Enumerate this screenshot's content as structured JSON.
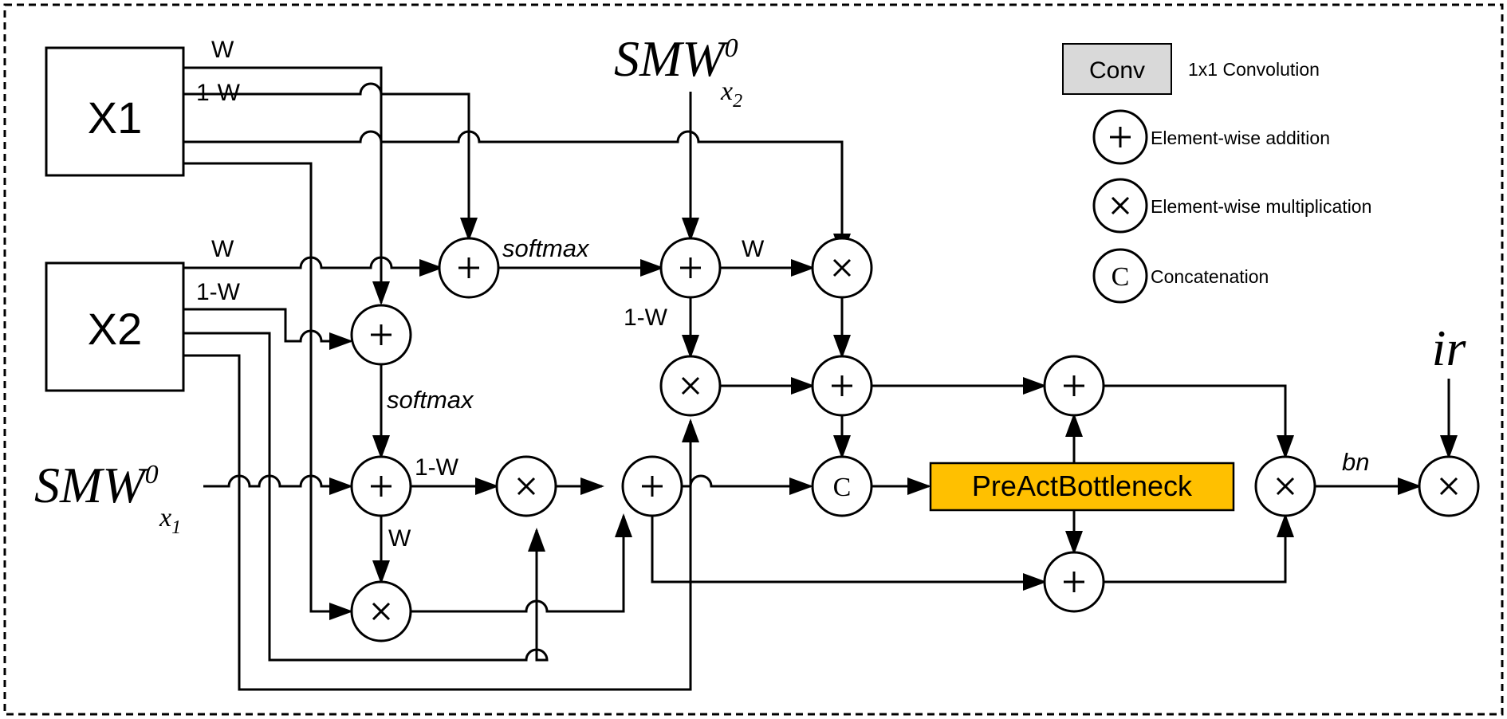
{
  "inputs": {
    "x1": "X1",
    "x2": "X2"
  },
  "smw_top": {
    "main": "SMW",
    "sup": "0",
    "sub": "x",
    "sub_idx": "2"
  },
  "smw_left": {
    "main": "SMW",
    "sup": "0",
    "sub": "x",
    "sub_idx": "1"
  },
  "ir": "ir",
  "edge_labels": {
    "w": "W",
    "one_minus_w": "1-W",
    "softmax": "softmax",
    "bn": "bn"
  },
  "ops": {
    "add": "+",
    "mul": "×",
    "concat": "C"
  },
  "block": {
    "label": "PreActBottleneck",
    "color": "#FFC000"
  },
  "legend": {
    "conv_box": "Conv",
    "conv": "1x1 Convolution",
    "add": "Element-wise addition",
    "mul": "Element-wise multiplication",
    "concat": "Concatenation"
  },
  "colors": {
    "concat_fill": "#D9E7C9",
    "conv_fill": "#D9D9D9",
    "frame": "#000000"
  }
}
